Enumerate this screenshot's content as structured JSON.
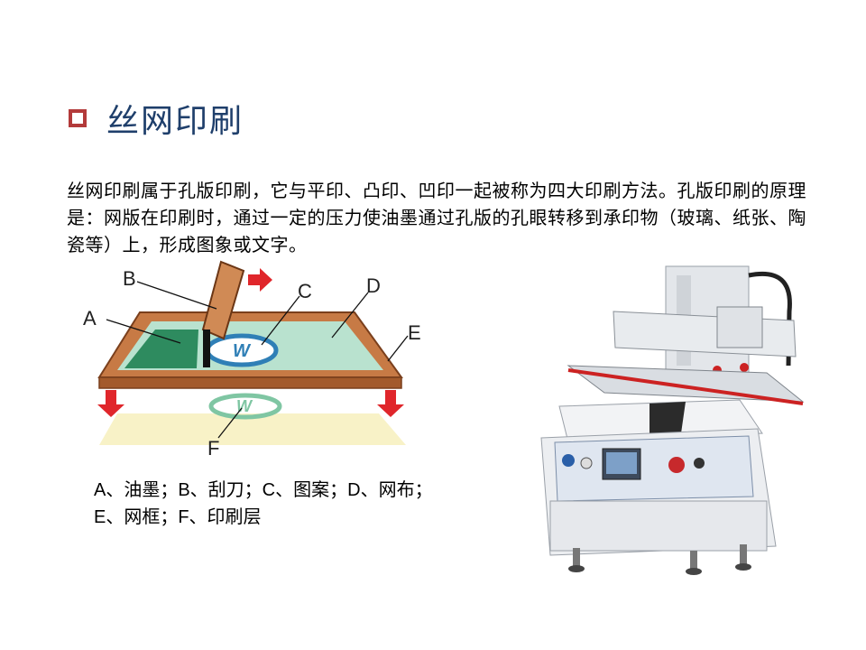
{
  "title": "丝网印刷",
  "paragraph": "丝网印刷属于孔版印刷，它与平印、凸印、凹印一起被称为四大印刷方法。孔版印刷的原理是：网版在印刷时，通过一定的压力使油墨通过孔版的孔眼转移到承印物（玻璃、纸张、陶瓷等）上，形成图象或文字。",
  "diagram": {
    "labels": {
      "a": "A",
      "b": "B",
      "c": "C",
      "d": "D",
      "e": "E",
      "f": "F"
    },
    "logo_letter": "W"
  },
  "caption": {
    "line1": "A、油墨；B、刮刀；C、图案；D、网布；",
    "line2": "E、网框；F、印刷层"
  },
  "colors": {
    "title": "#1f3f6b",
    "bullet": "#b33a3a",
    "arrow": "#e0262b",
    "frame": "#c77a45",
    "ink": "#2e8b5f",
    "mesh": "#b9e2cf",
    "logo": "#2f7fb6"
  }
}
